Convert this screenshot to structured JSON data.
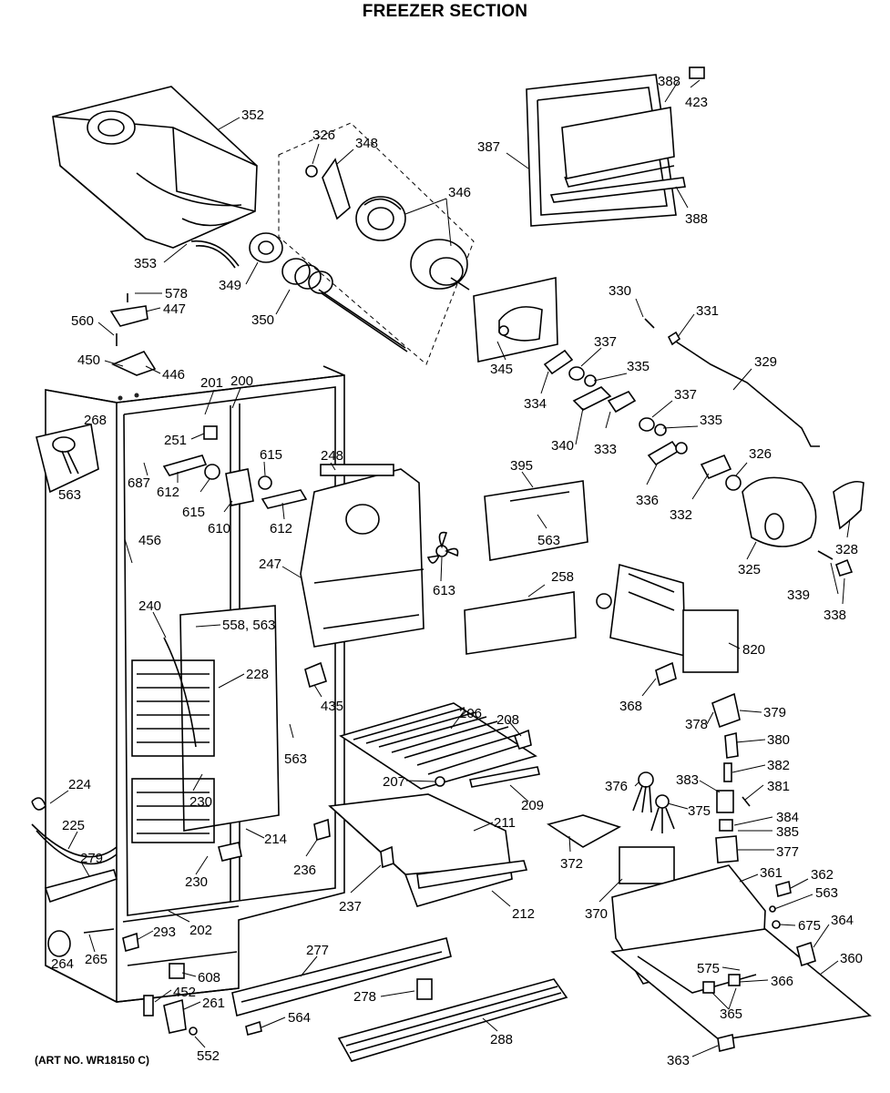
{
  "title": "FREEZER SECTION",
  "art_number": "(ART NO. WR18150 C)",
  "part_labels": [
    "352",
    "326",
    "348",
    "346",
    "388",
    "423",
    "387",
    "388",
    "353",
    "349",
    "350",
    "578",
    "447",
    "560",
    "450",
    "446",
    "330",
    "331",
    "337",
    "335",
    "329",
    "345",
    "334",
    "340",
    "333",
    "337",
    "335",
    "326",
    "336",
    "332",
    "325",
    "328",
    "339",
    "338",
    "201",
    "200",
    "268",
    "251",
    "615",
    "687",
    "612",
    "615",
    "610",
    "612",
    "248",
    "395",
    "563",
    "563",
    "456",
    "247",
    "613",
    "258",
    "820",
    "240",
    "558, 563",
    "228",
    "435",
    "368",
    "378",
    "379",
    "380",
    "382",
    "206",
    "208",
    "563",
    "207",
    "209",
    "383",
    "376",
    "375",
    "381",
    "384",
    "385",
    "230",
    "224",
    "225",
    "214",
    "211",
    "377",
    "279",
    "230",
    "236",
    "372",
    "361",
    "362",
    "563",
    "237",
    "212",
    "370",
    "675",
    "364",
    "293",
    "202",
    "264",
    "265",
    "277",
    "608",
    "575",
    "366",
    "360",
    "452",
    "261",
    "278",
    "564",
    "365",
    "288",
    "552",
    "363"
  ]
}
